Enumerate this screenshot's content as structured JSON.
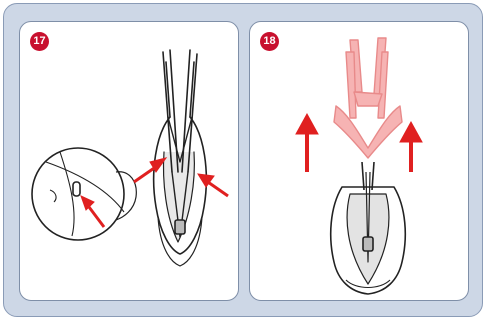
{
  "steps": [
    {
      "number": "17",
      "illustration": "seat-release-detail"
    },
    {
      "number": "18",
      "illustration": "lift-seat-frame-up"
    }
  ],
  "colors": {
    "badge": "#c8102e",
    "arrow": "#e02020",
    "frame_bg": "#cdd7e6",
    "highlight_fill": "#f6b3b3",
    "highlight_stroke": "#e88a8a"
  }
}
